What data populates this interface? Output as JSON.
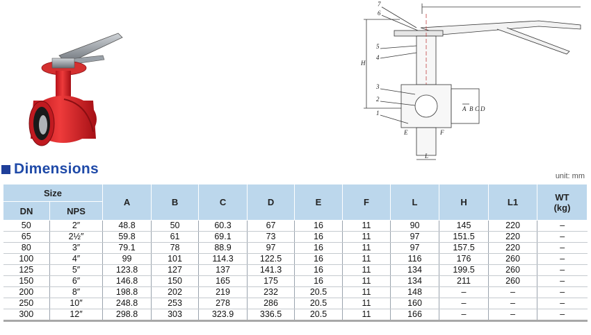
{
  "drawing_labels": [
    "7",
    "6",
    "5",
    "4",
    "3",
    "2",
    "1",
    "H",
    "L",
    "F",
    "E",
    "B",
    "C",
    "D",
    "A"
  ],
  "section_title": "Dimensions",
  "unit_note": "unit: mm",
  "table": {
    "size_header": "Size",
    "sub_headers": [
      "DN",
      "NPS"
    ],
    "columns": [
      "A",
      "B",
      "C",
      "D",
      "E",
      "F",
      "L",
      "H",
      "L1",
      "WT\n(kg)"
    ],
    "rows": [
      [
        "50",
        "2″",
        "48.8",
        "50",
        "60.3",
        "67",
        "16",
        "11",
        "90",
        "145",
        "220",
        "–"
      ],
      [
        "65",
        "2½″",
        "59.8",
        "61",
        "69.1",
        "73",
        "16",
        "11",
        "97",
        "151.5",
        "220",
        "–"
      ],
      [
        "80",
        "3″",
        "79.1",
        "78",
        "88.9",
        "97",
        "16",
        "11",
        "97",
        "157.5",
        "220",
        "–"
      ],
      [
        "100",
        "4″",
        "99",
        "101",
        "114.3",
        "122.5",
        "16",
        "11",
        "116",
        "176",
        "260",
        "–"
      ],
      [
        "125",
        "5″",
        "123.8",
        "127",
        "137",
        "141.3",
        "16",
        "11",
        "134",
        "199.5",
        "260",
        "–"
      ],
      [
        "150",
        "6″",
        "146.8",
        "150",
        "165",
        "175",
        "16",
        "11",
        "134",
        "211",
        "260",
        "–"
      ],
      [
        "200",
        "8″",
        "198.8",
        "202",
        "219",
        "232",
        "20.5",
        "11",
        "148",
        "–",
        "–",
        "–"
      ],
      [
        "250",
        "10″",
        "248.8",
        "253",
        "278",
        "286",
        "20.5",
        "11",
        "160",
        "–",
        "–",
        "–"
      ],
      [
        "300",
        "12″",
        "298.8",
        "303",
        "323.9",
        "336.5",
        "20.5",
        "11",
        "166",
        "–",
        "–",
        "–"
      ]
    ]
  }
}
